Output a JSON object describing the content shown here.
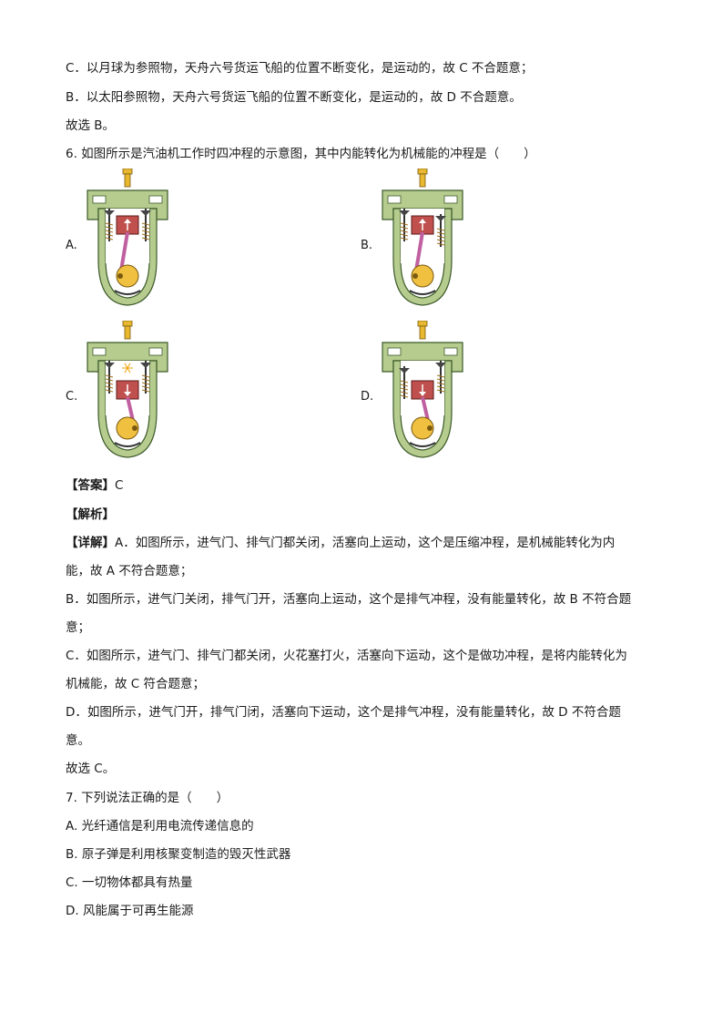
{
  "prev_solution": {
    "line_c": "C．以月球为参照物，天舟六号货运飞船的位置不断变化，是运动的，故 C 不合题意；",
    "line_b": "B．以太阳参照物，天舟六号货运飞船的位置不断变化，是运动的，故 D 不合题意。",
    "choose": "故选 B。"
  },
  "q6": {
    "stem": "6. 如图所示是汽油机工作时四冲程的示意图，其中内能转化为机械能的冲程是（　　）",
    "options": [
      {
        "label": "A.",
        "piston": "up",
        "intake_open": false,
        "exhaust_open": false,
        "spark": false
      },
      {
        "label": "B.",
        "piston": "up",
        "intake_open": false,
        "exhaust_open": true,
        "spark": false
      },
      {
        "label": "C.",
        "piston": "down",
        "intake_open": false,
        "exhaust_open": false,
        "spark": true
      },
      {
        "label": "D.",
        "piston": "down",
        "intake_open": true,
        "exhaust_open": false,
        "spark": false
      }
    ],
    "answer_tag": "【答案】",
    "answer": "C",
    "analysis_tag": "【解析】",
    "detail_tag": "【详解】",
    "detail_a_1": "A．如图所示，进气门、排气门都关闭，活塞向上运动，这个是压缩冲程，是机械能转化为内",
    "detail_a_2": "能，故 A 不符合题意；",
    "detail_b_1": "B．如图所示，进气门关闭，排气门开，活塞向上运动，这个是排气冲程，没有能量转化，故 B 不符合题",
    "detail_b_2": "意；",
    "detail_c_1": "C．如图所示，进气门、排气门都关闭，火花塞打火，活塞向下运动，这个是做功冲程，是将内能转化为",
    "detail_c_2": "机械能，故 C 符合题意；",
    "detail_d_1": "D．如图所示，进气门开，排气门闭，活塞向下运动，这个是排气冲程，没有能量转化，故 D 不符合题",
    "detail_d_2": "意。",
    "choose": "故选 C。"
  },
  "q7": {
    "stem": "7. 下列说法正确的是（　　）",
    "options": [
      "A.  光纤通信是利用电流传递信息的",
      "B.  原子弹是利用核聚变制造的毁灭性武器",
      "C.  一切物体都具有热量",
      "D.  风能属于可再生能源"
    ]
  },
  "colors": {
    "engine_green": "#b5cc8e",
    "engine_dark": "#3d5a2a",
    "piston": "#c0504d",
    "spark_plug": "#e8b830",
    "crank": "#f0c040",
    "rod": "#c060a0"
  }
}
